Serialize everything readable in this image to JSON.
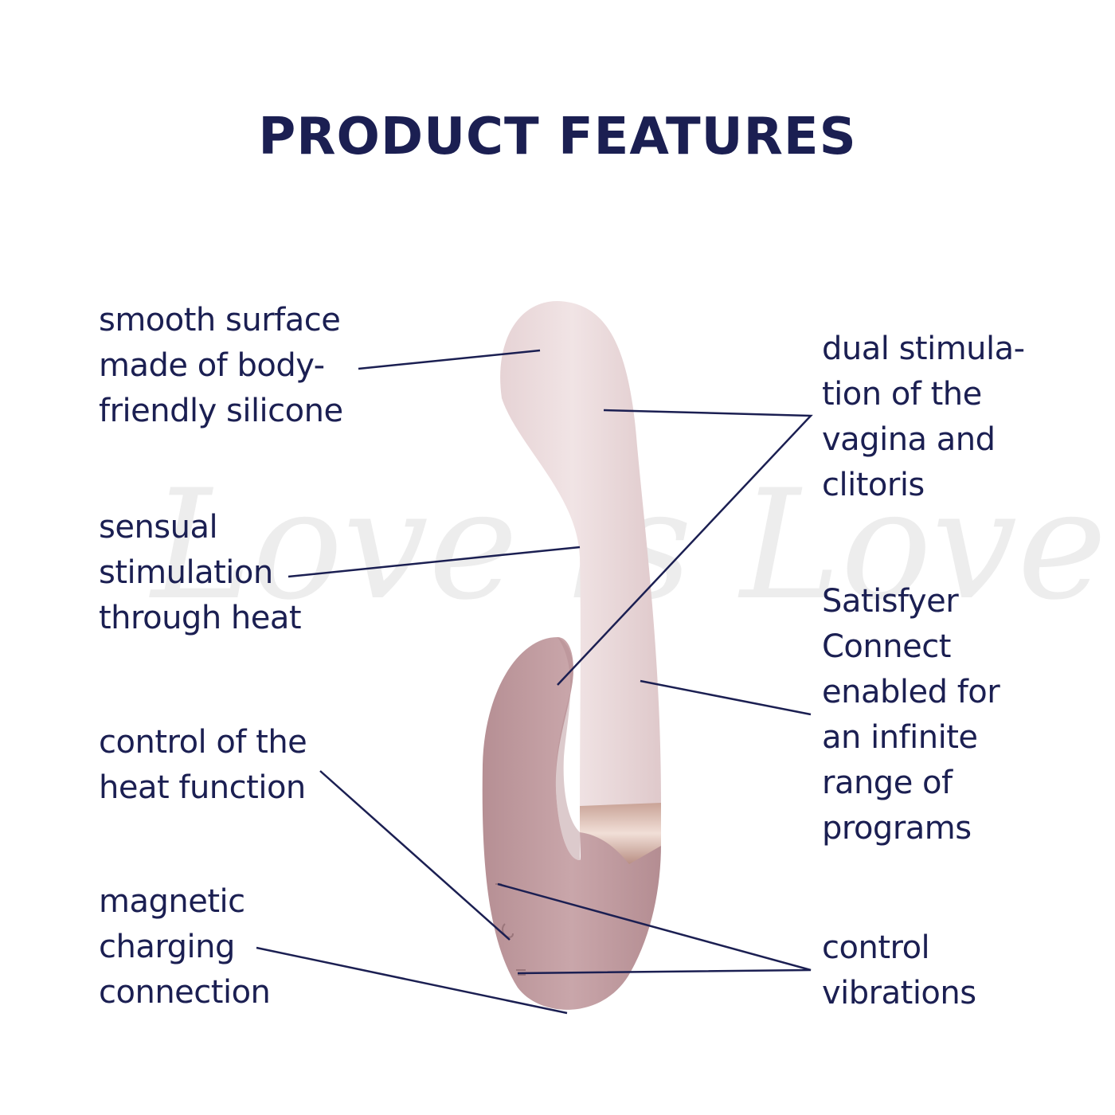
{
  "title": "PRODUCT FEATURES",
  "watermark": "Love is Love",
  "colors": {
    "text": "#1b1f52",
    "shaft": "#eddedf",
    "arm": "#c29da1",
    "ring": "#d9b6ac"
  },
  "features": {
    "left": [
      {
        "lines": [
          "smooth surface",
          "made of body-",
          "friendly silicone"
        ]
      },
      {
        "lines": [
          "sensual",
          "stimulation",
          "through heat"
        ]
      },
      {
        "lines": [
          "control of the",
          "heat function"
        ]
      },
      {
        "lines": [
          "magnetic",
          "charging",
          "connection"
        ]
      }
    ],
    "right": [
      {
        "lines": [
          "dual stimula-",
          "tion of the",
          "vagina and",
          "clitoris"
        ]
      },
      {
        "lines": [
          "Satisfyer",
          "Connect",
          "enabled for",
          "an infinite",
          "range of",
          "programs"
        ]
      },
      {
        "lines": [
          "control",
          "vibrations"
        ]
      }
    ]
  }
}
